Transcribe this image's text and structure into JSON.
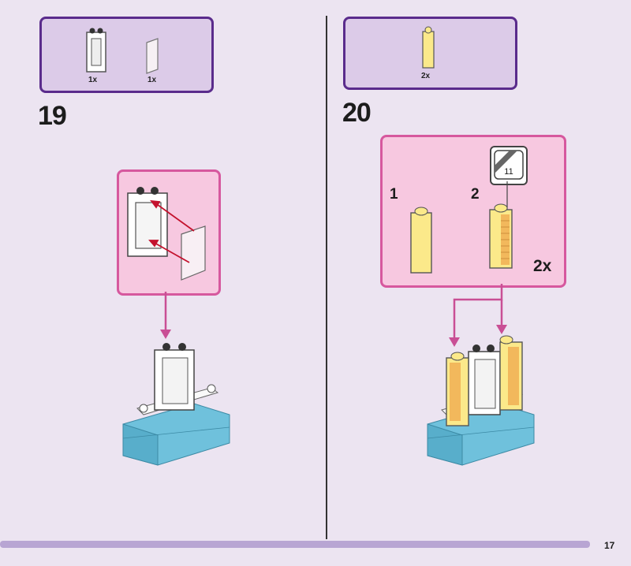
{
  "step19": {
    "number": "19",
    "parts": [
      {
        "name": "window-frame-1x2x3",
        "qty": "1x"
      },
      {
        "name": "window-glass-pane",
        "qty": "1x"
      }
    ]
  },
  "step20": {
    "number": "20",
    "parts": [
      {
        "name": "yellow-brick-1x1x3",
        "qty": "2x"
      }
    ],
    "substeps": [
      "1",
      "2"
    ],
    "sticker_number": "11",
    "multiplier": "2x"
  },
  "page": {
    "number": "17"
  },
  "colors": {
    "background": "#ece4f1",
    "parts_box": "#dccbe8",
    "parts_border": "#5a2b8c",
    "callout_fill": "#f7c8e0",
    "callout_border": "#d6589e",
    "arrow_red": "#c4122e",
    "arrow_pink": "#c94f95",
    "brick_blue": "#6fc1dc",
    "brick_yellow": "#fbe98a",
    "footer_bar": "#b8a5d3"
  }
}
